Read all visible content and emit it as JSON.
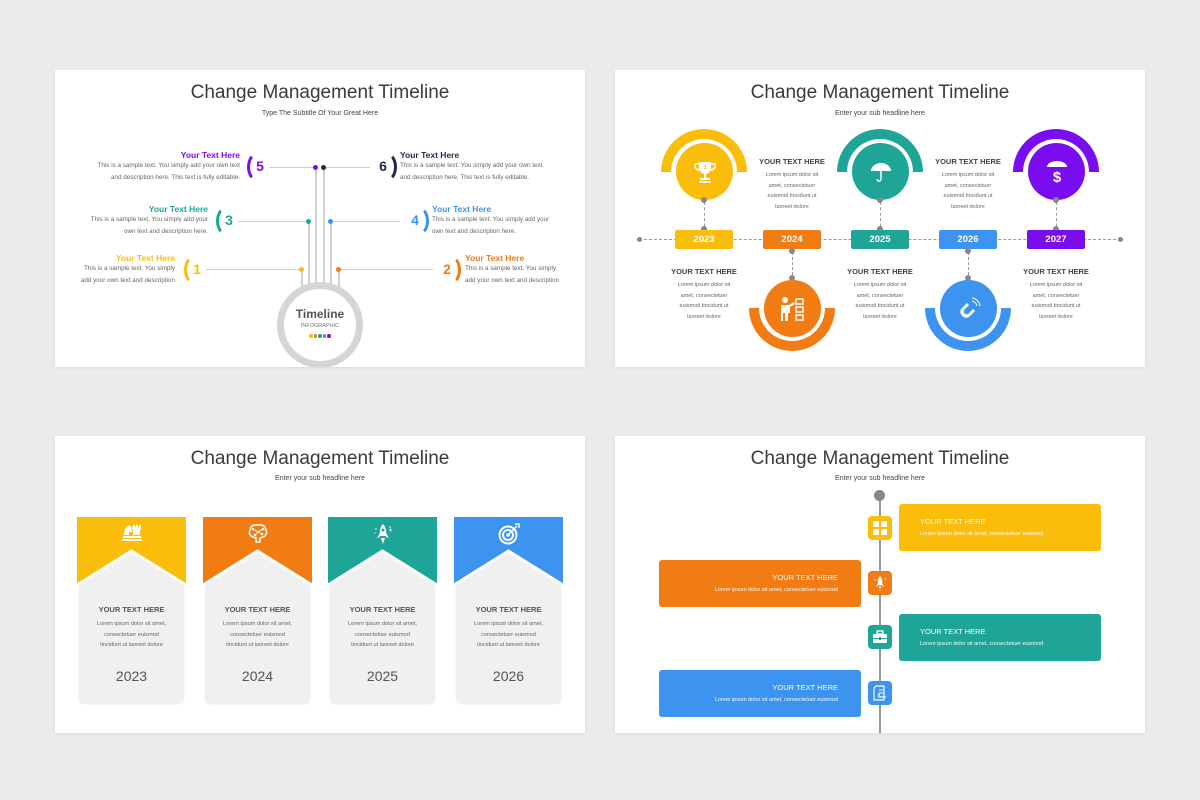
{
  "colors": {
    "yellow": "#fbbd0b",
    "orange": "#f27c14",
    "teal": "#1ea597",
    "blue": "#3d93f0",
    "purple": "#7a0cf0",
    "navy": "#1f2a44",
    "card_gray": "#f0f0f0"
  },
  "slide1": {
    "title": "Change Management Timeline",
    "subtitle": "Type The Subtitle Of Your Great Here",
    "center": {
      "title": "Timeline",
      "subtitle": "INFOGRAPHIC"
    },
    "items": [
      {
        "num": "1",
        "heading": "Your Text Here",
        "line1": "This is a sample text. You simply",
        "line2": "add your own text and description",
        "color": "#fbbd0b"
      },
      {
        "num": "2",
        "heading": "Your Text Here",
        "line1": "This is a sample text. You simply",
        "line2": "add your own text and description",
        "color": "#f27c14"
      },
      {
        "num": "3",
        "heading": "Your Text Here",
        "line1": "This is a sample text. You simply add your",
        "line2": "own text and description here.",
        "color": "#1ea597"
      },
      {
        "num": "4",
        "heading": "Your Text Here",
        "line1": "This is a sample text. You simply add your",
        "line2": "own text and description here.",
        "color": "#3d93f0"
      },
      {
        "num": "5",
        "heading": "Your Text Here",
        "line1": "This is a sample text. You simply add your own text",
        "line2": "and description here. This text is fully editable.",
        "color": "#7a0cf0"
      },
      {
        "num": "6",
        "heading": "Your Text Here",
        "line1": "This is a sample text. You simply add your own text",
        "line2": "and description here. This text is fully editable.",
        "color": "#1f2a44"
      }
    ]
  },
  "slide2": {
    "title": "Change Management Timeline",
    "subtitle": "Enter your sub headline here",
    "milestones": [
      {
        "year": "2023",
        "icon": "trophy-icon",
        "heading": "YOUR TEXT HERE",
        "desc": [
          "Lorem ipsum dolor sit",
          "amet, consectetuer",
          "euismod tincidunt ut",
          "laoreet dolore"
        ]
      },
      {
        "year": "2024",
        "icon": "presentation-checklist-icon",
        "heading": "YOUR TEXT HERE",
        "desc": [
          "Lorem ipsum dolor sit",
          "amet, consectetuer",
          "euismod tincidunt ut",
          "laoreet dolore"
        ]
      },
      {
        "year": "2025",
        "icon": "umbrella-icon",
        "heading": "YOUR TEXT HERE",
        "desc": [
          "Lorem ipsum dolor sit",
          "amet, consectetuer",
          "euismod tincidunt ut",
          "laoreet dolore"
        ]
      },
      {
        "year": "2026",
        "icon": "magnet-icon",
        "heading": "YOUR TEXT HERE",
        "desc": [
          "Lorem ipsum dolor sit",
          "amet, consectetuer",
          "euismod tincidunt ut",
          "laoreet dolore"
        ]
      },
      {
        "year": "2027",
        "icon": "umbrella-dollar-icon",
        "heading": "YOUR TEXT HERE",
        "desc": [
          "Lorem ipsum dolor sit",
          "amet, consectetuer",
          "euismod tincidunt ut",
          "laoreet dolore"
        ]
      }
    ]
  },
  "slide3": {
    "title": "Change Management Timeline",
    "subtitle": "Enter your sub headline here",
    "cards": [
      {
        "year": "2023",
        "icon": "chess-icon",
        "heading": "YOUR TEXT HERE",
        "desc": [
          "Lorem ipsum dolor sit amet,",
          "consectetuer euismod",
          "tincidunt ut laoreet dolore"
        ]
      },
      {
        "year": "2024",
        "icon": "brain-network-icon",
        "heading": "YOUR TEXT HERE",
        "desc": [
          "Lorem ipsum dolor sit amet,",
          "consectetuer euismod",
          "tincidunt ut laoreet dolore"
        ]
      },
      {
        "year": "2025",
        "icon": "rocket-icon",
        "heading": "YOUR TEXT HERE",
        "desc": [
          "Lorem ipsum dolor sit amet,",
          "consectetuer euismod",
          "tincidunt ut laoreet dolore"
        ]
      },
      {
        "year": "2026",
        "icon": "target-icon",
        "heading": "YOUR TEXT HERE",
        "desc": [
          "Lorem ipsum dolor sit amet,",
          "consectetuer euismod",
          "tincidunt ut laoreet dolore"
        ]
      }
    ]
  },
  "slide4": {
    "title": "Change Management Timeline",
    "subtitle": "Enter your sub headline here",
    "steps": [
      {
        "icon": "puzzle-icon",
        "heading": "YOUR TEXT HERE",
        "desc": "Lorem ipsum dolor sit amet, consectetuer euismod",
        "side": "right"
      },
      {
        "icon": "rocket-icon",
        "heading": "YOUR TEXT HERE",
        "desc": "Lorem ipsum dolor sit amet, consectetuer euismod",
        "side": "left"
      },
      {
        "icon": "toolbox-icon",
        "heading": "YOUR TEXT HERE",
        "desc": "Lorem ipsum dolor sit amet, consectetuer euismod",
        "side": "right"
      },
      {
        "icon": "invoice-icon",
        "heading": "YOUR TEXT HERE",
        "desc": "Lorem ipsum dolor sit amet, consectetuer euismod",
        "side": "left"
      }
    ]
  }
}
